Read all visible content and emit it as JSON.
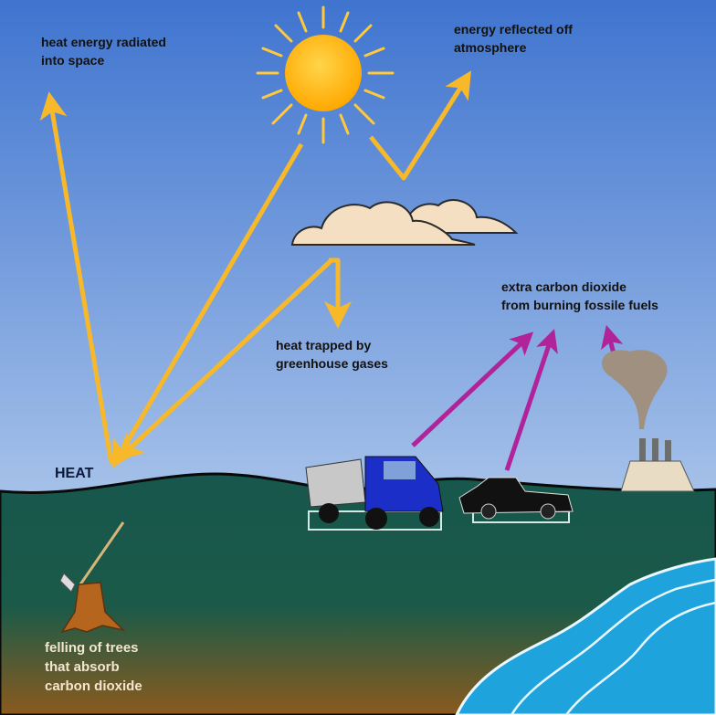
{
  "labels": {
    "heat_radiated": [
      "heat energy radiated",
      "into space"
    ],
    "energy_reflected": [
      "energy reflected off",
      "atmosphere"
    ],
    "heat_trapped": [
      "heat trapped by",
      "greenhouse gases"
    ],
    "extra_co2": [
      "extra carbon dioxide",
      "from burning fossile fuels"
    ],
    "heat": "HEAT",
    "felling": [
      "felling of trees",
      "that absorb",
      "carbon dioxide"
    ]
  },
  "colors": {
    "sky_top": "#3f74cf",
    "sky_bottom": "#a9c4ea",
    "ground": "#17574d",
    "soil": "#8b5a1e",
    "sun": "#ffb300",
    "heat_arrow": "#f7b92a",
    "co2_arrow": "#b0239a",
    "ocean": "#1ea3dc"
  }
}
